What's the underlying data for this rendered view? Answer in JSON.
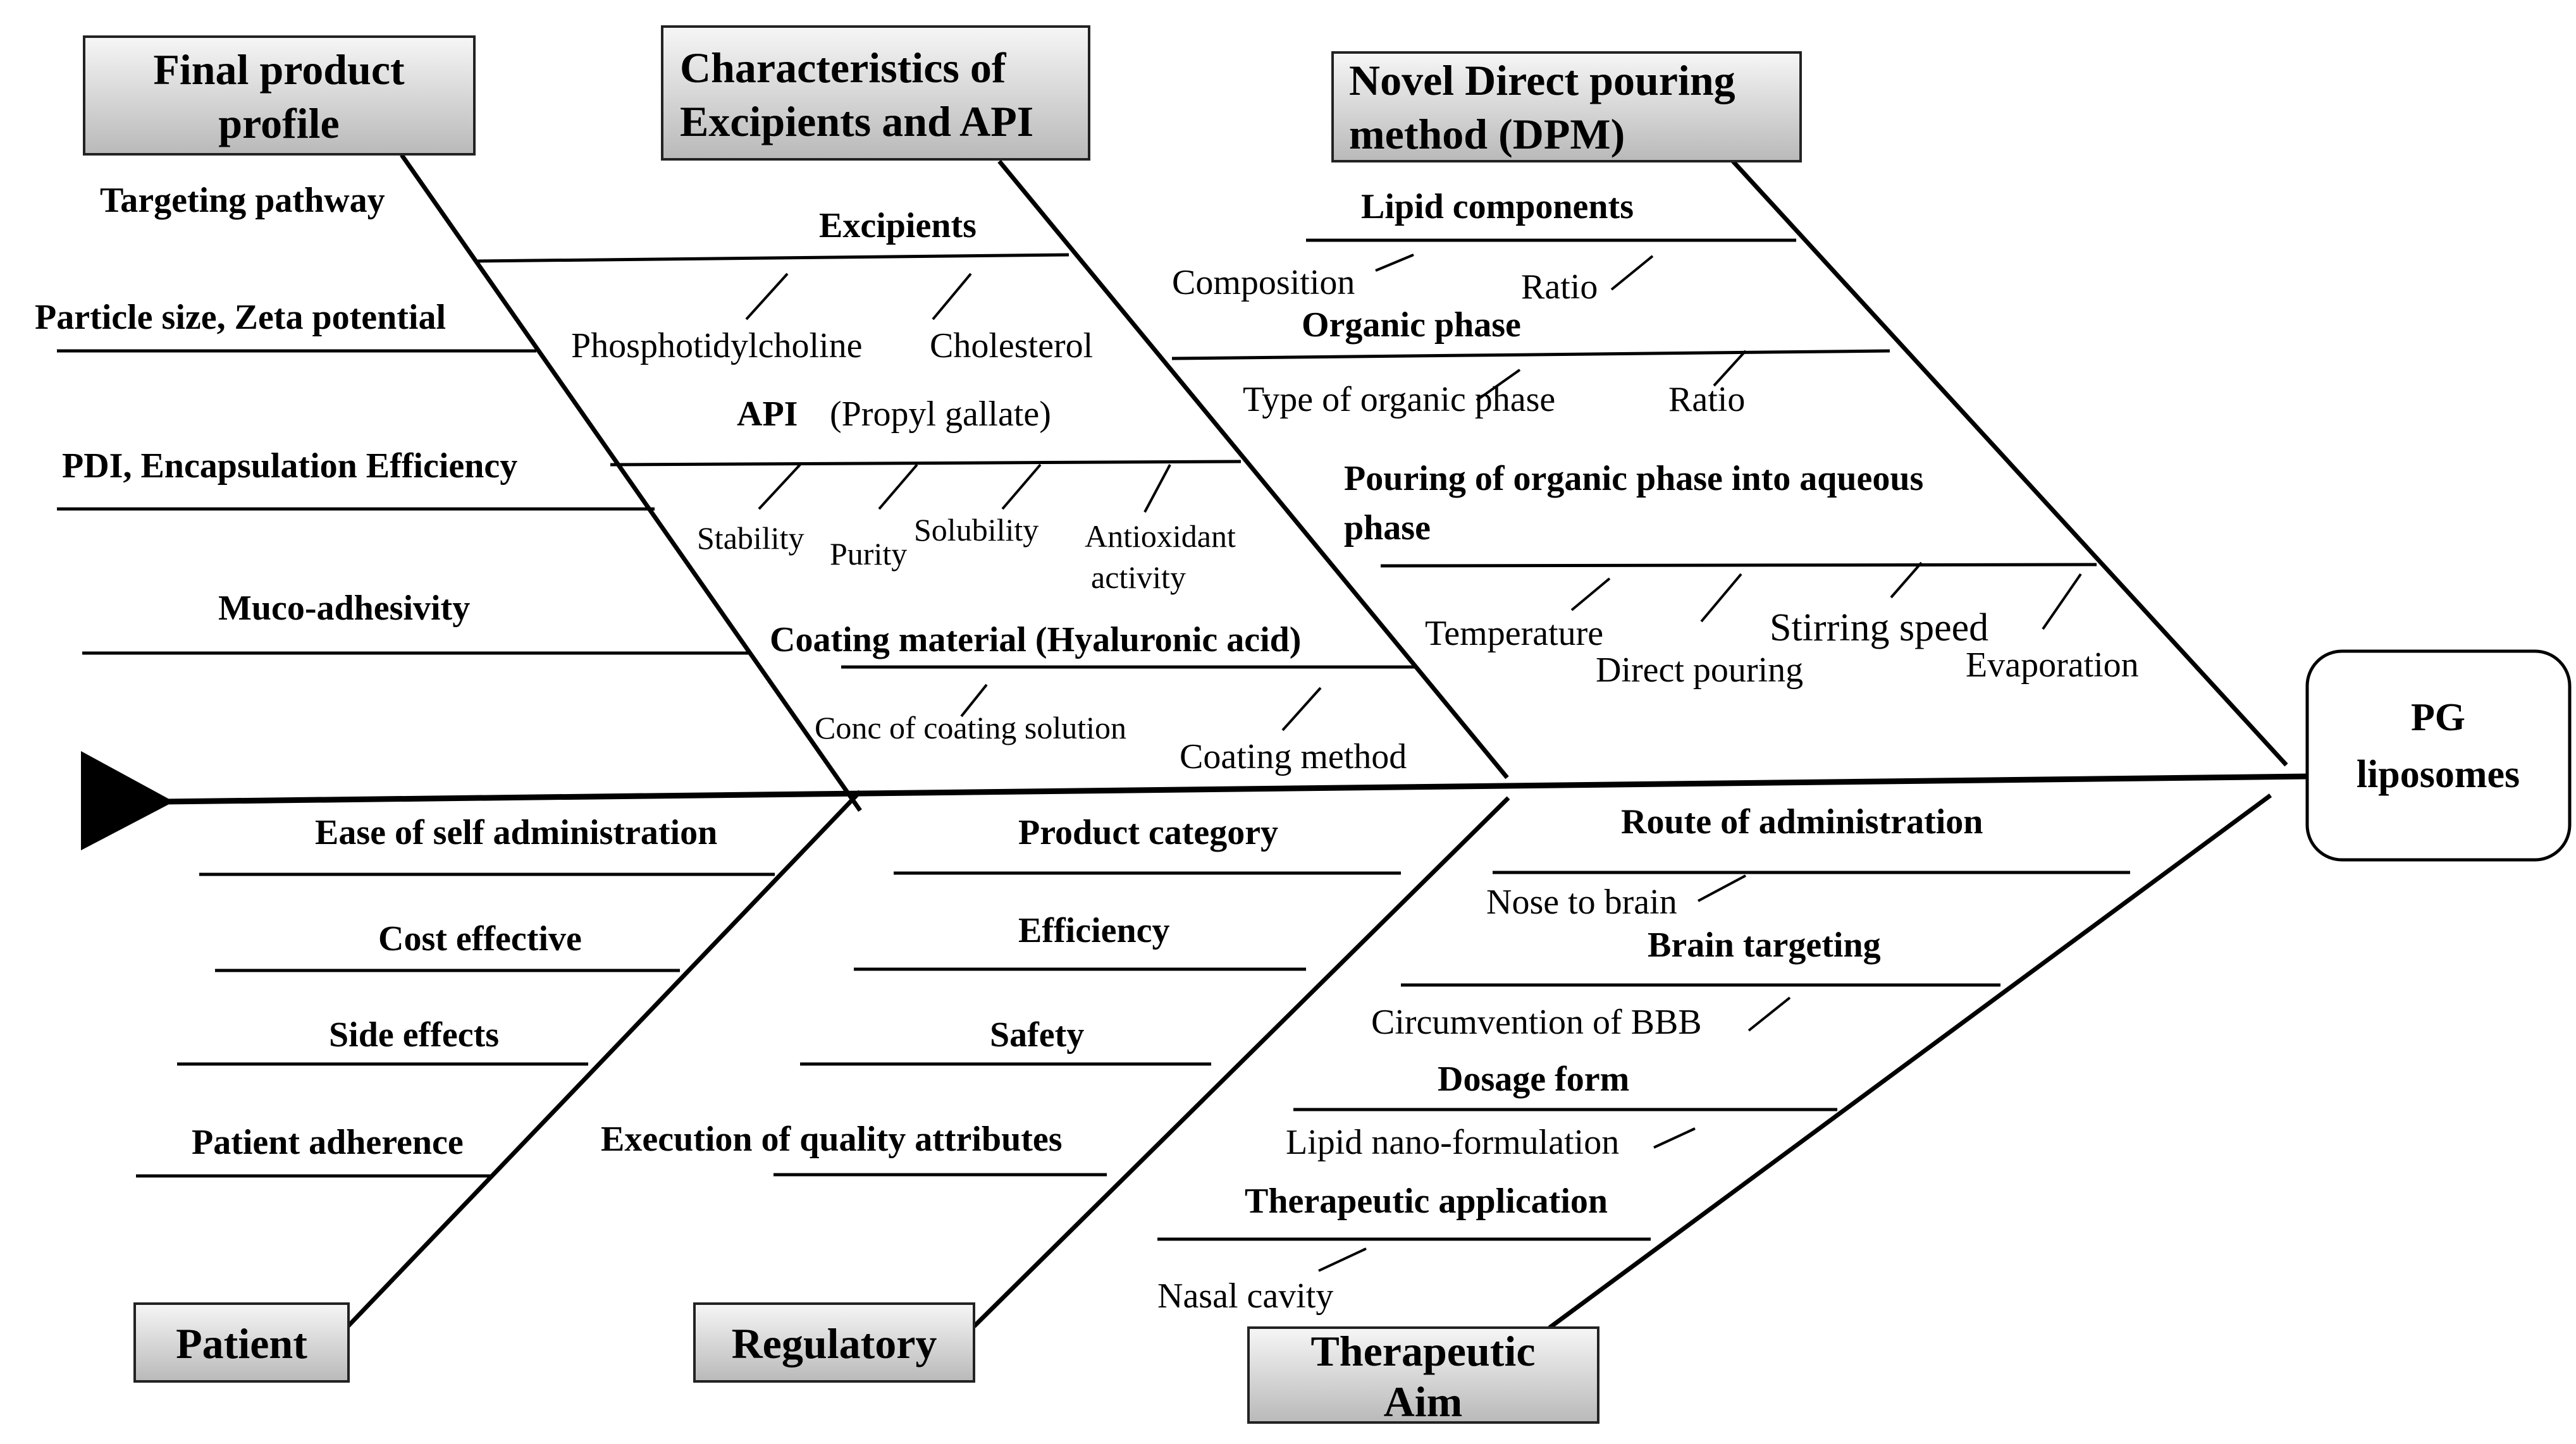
{
  "effect": {
    "line1": "PG",
    "line2": "liposomes"
  },
  "categories": {
    "final_product_profile": [
      "Final product",
      "profile"
    ],
    "excipients_api": [
      "Characteristics of",
      "Excipients and API"
    ],
    "dpm": [
      "Novel Direct pouring",
      "method  (DPM)"
    ],
    "patient": [
      "Patient"
    ],
    "regulatory": [
      "Regulatory"
    ],
    "therapeutic_aim": [
      "Therapeutic",
      "Aim"
    ]
  },
  "causes": {
    "targeting_pathway": "Targeting pathway",
    "particle_size": "Particle size, Zeta potential",
    "pdi": "PDI,  Encapsulation Efficiency",
    "muco": "Muco-adhesivity",
    "excipients": "Excipients",
    "phosphotidylcholine": "Phosphotidylcholine",
    "cholesterol": "Cholesterol",
    "api_bold": "API",
    "api_name": "(Propyl gallate)",
    "stability": "Stability",
    "purity": "Purity",
    "solubility": "Solubility",
    "antioxidant1": "Antioxidant",
    "antioxidant2": "activity",
    "coating_material": "Coating material (Hyaluronic acid)",
    "conc_coating": "Conc of coating solution",
    "coating_method": "Coating method",
    "lipid_components": "Lipid components",
    "composition": "Composition",
    "ratio1": "Ratio",
    "organic_phase": "Organic phase",
    "type_organic": "Type of organic phase",
    "ratio2": "Ratio",
    "pouring1": "Pouring of organic phase into aqueous",
    "pouring2": "phase",
    "temperature": "Temperature",
    "direct_pouring": "Direct pouring",
    "stirring": "Stirring speed",
    "evaporation": "Evaporation",
    "ease": "Ease of self administration",
    "cost": "Cost effective",
    "side_effects": "Side effects",
    "adherence": "Patient adherence",
    "product_category": "Product category",
    "efficiency": "Efficiency",
    "safety": "Safety",
    "execution": "Execution of quality attributes",
    "route": "Route of administration",
    "nose": "Nose to brain",
    "brain_targeting": "Brain targeting",
    "circumvention": "Circumvention of BBB",
    "dosage_form": "Dosage form",
    "lipid_nano": "Lipid nano-formulation",
    "therapeutic_app": "Therapeutic application",
    "nasal": "Nasal cavity"
  }
}
